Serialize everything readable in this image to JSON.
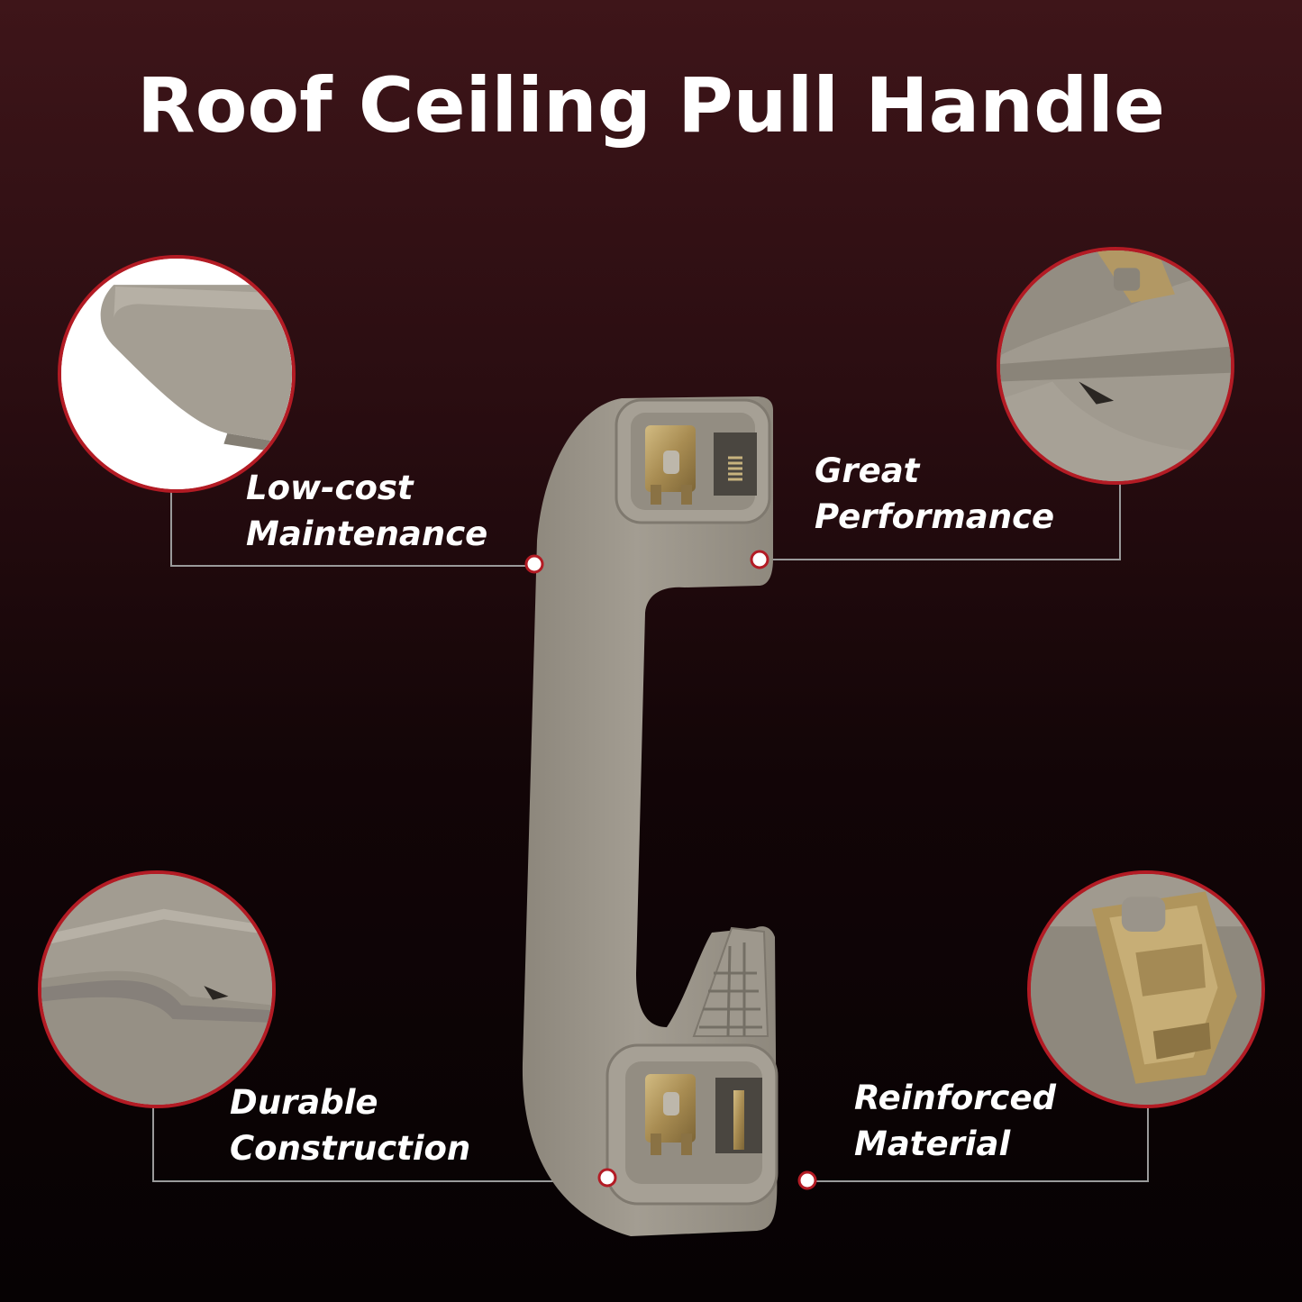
{
  "title": "Roof Ceiling Pull Handle",
  "features": [
    {
      "id": "low-cost",
      "line1": "Low-cost",
      "line2": "Maintenance"
    },
    {
      "id": "great",
      "line1": "Great",
      "line2": "Performance"
    },
    {
      "id": "durable",
      "line1": "Durable",
      "line2": "Construction"
    },
    {
      "id": "reinforced",
      "line1": "Reinforced",
      "line2": "Material"
    }
  ],
  "colors": {
    "accent_ring": "#b31b24",
    "handle": "#9c968b",
    "clip_metal": "#b59a5e",
    "connector_line": "#9a9a9a",
    "text": "#ffffff"
  }
}
